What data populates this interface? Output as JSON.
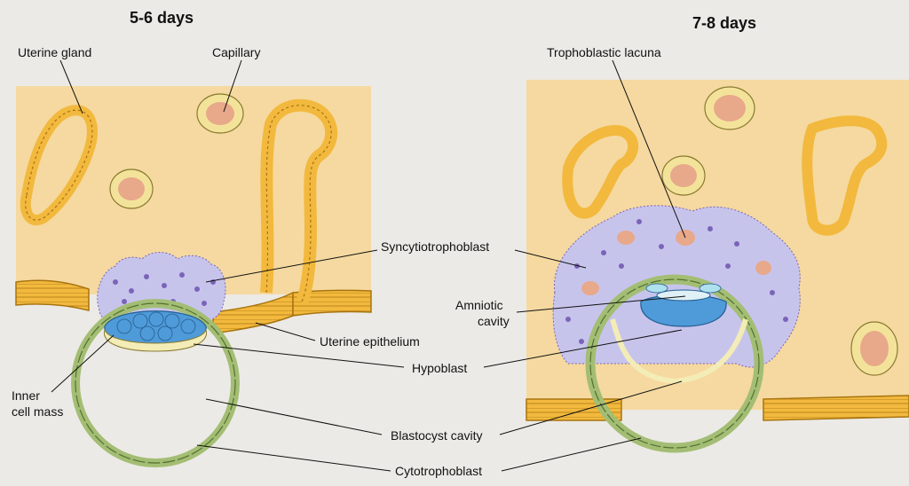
{
  "titles": {
    "left": "5-6 days",
    "right": "7-8 days"
  },
  "labels": {
    "uterine_gland": "Uterine gland",
    "capillary": "Capillary",
    "trophoblastic_lacuna": "Trophoblastic lacuna",
    "syncytiotrophoblast": "Syncytiotrophoblast",
    "amniotic_cavity_line1": "Amniotic",
    "amniotic_cavity_line2": "cavity",
    "uterine_epithelium": "Uterine epithelium",
    "hypoblast": "Hypoblast",
    "inner_cell_mass_line1": "Inner",
    "inner_cell_mass_line2": "cell mass",
    "blastocyst_cavity": "Blastocyst cavity",
    "cytotrophoblast": "Cytotrophoblast"
  },
  "colors": {
    "background": "#eceae6",
    "endometrium": "#f5d9a0",
    "epithelium_cell": "#f2b93e",
    "epithelium_outline": "#a8740f",
    "syncytio": "#c7c4ec",
    "syncytio_nucleus": "#7a64b8",
    "cytotrophoblast": "#a3be74",
    "cytotrophoblast_outline": "#55702f",
    "epiblast": "#4f9ad8",
    "hypoblast": "#f3ecb6",
    "capillary_wall": "#f3e39a",
    "blood": "#e8a88a"
  }
}
